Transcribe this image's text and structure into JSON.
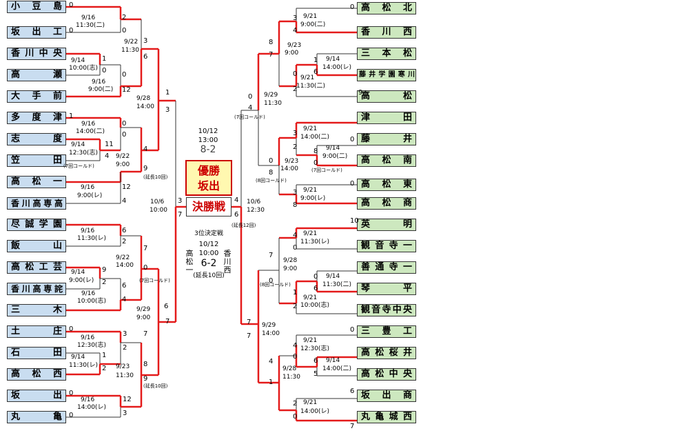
{
  "left_teams": [
    "小豆島",
    "坂出工",
    "香川中央",
    "高瀬",
    "大手前",
    "多度津",
    "志度",
    "笠田",
    "高松一",
    "香川高専高",
    "尽誠学園",
    "飯山",
    "高松工芸",
    "香川高専詫",
    "三木",
    "土庄",
    "石田",
    "高松西",
    "坂出",
    "丸亀"
  ],
  "right_teams": [
    "高松北",
    "香川西",
    "三本松",
    "藤井学園寒川",
    "高松",
    "津田",
    "藤井",
    "高松南",
    "高松東",
    "高松商",
    "英明",
    "観音寺一",
    "善通寺一",
    "琴平",
    "観音寺中央",
    "三豊工",
    "高松桜井",
    "高松中央",
    "坂出商",
    "丸亀城西"
  ],
  "labels": {
    "l1": "9/16",
    "l2": "11:30(二)",
    "l3": "9/14",
    "l4": "10:00(志)",
    "l5": "9/16",
    "l6": "9:00(二)",
    "l7": "9/22",
    "l8": "11:30",
    "l9": "9/28",
    "l10": "14:00",
    "l11": "9/16",
    "l12": "14:00(二)",
    "l13": "9/14",
    "l14": "12:30(志)",
    "l15": "9/22",
    "l16": "9:00",
    "l17": "9/16",
    "l18": "9:00(レ)",
    "l19": "9/16",
    "l20": "11:30(レ)",
    "l21": "9/14",
    "l22": "9:00(レ)",
    "l23": "9/16",
    "l24": "10:00(志)",
    "l25": "9/22",
    "l26": "14:00",
    "l27": "9/29",
    "l28": "9:00",
    "l29": "9/16",
    "l30": "12:30(志)",
    "l31": "9/14",
    "l32": "11:30(レ)",
    "l33": "9/23",
    "l34": "11:30",
    "l35": "9/16",
    "l36": "14:00(レ)",
    "l37": "10/6",
    "l38": "10:00",
    "r1": "9/21",
    "r2": "9:00(二)",
    "r3": "9/23",
    "r4": "9:00",
    "r5": "9/14",
    "r6": "14:00(レ)",
    "r7": "9/21",
    "r8": "11:30(二)",
    "r9": "9/29",
    "r10": "11:30",
    "r11": "9/21",
    "r12": "14:00(二)",
    "r13": "9/14",
    "r14": "9:00(二)",
    "r15": "9/23",
    "r16": "14:00",
    "r17": "9/21",
    "r18": "9:00(レ)",
    "r19": "9/21",
    "r20": "11:30(レ)",
    "r21": "9/28",
    "r22": "9:00",
    "r23": "9/14",
    "r24": "11:30(二)",
    "r25": "9/21",
    "r26": "10:00(志)",
    "r27": "9/29",
    "r28": "14:00",
    "r29": "9/21",
    "r30": "12:30(志)",
    "r31": "9/14",
    "r32": "14:00(二)",
    "r33": "9/28",
    "r34": "11:30",
    "r35": "9/21",
    "r36": "14:00(レ)",
    "r37": "10/6",
    "r38": "12:30"
  },
  "notes": {
    "n1": "(7回コールド)",
    "n2": "(延長10回)",
    "n3": "(7回コールド)",
    "n4": "(延長10回)",
    "n5": "(7回コールド)",
    "n6": "(8回コールド)",
    "n7": "(7回コールド)",
    "n8": "(8回コールド)",
    "n9": "(延長12回)"
  },
  "center": {
    "final_date": "10/12",
    "final_time": "13:00",
    "final_score": "8-2",
    "champion_label": "優勝",
    "champion_team": "坂出",
    "final_label": "決勝戦",
    "third_label": "3位決定戦",
    "third_date": "10/12",
    "third_time": "10:00",
    "third_score": "6-2",
    "third_left": "高松一",
    "third_right": "香川西",
    "third_note": "(延長10回)"
  },
  "scores": [
    "0",
    "2",
    "0",
    "0",
    "3",
    "1",
    "6",
    "0",
    "0",
    "12",
    "1",
    "3",
    "1",
    "0",
    "0",
    "11",
    "4",
    "4",
    "9",
    "12",
    "4",
    "6",
    "2",
    "7",
    "0",
    "9",
    "6",
    "2",
    "4",
    "6",
    "0",
    "7",
    "7",
    "3",
    "2",
    "1",
    "2",
    "0",
    "8",
    "12",
    "9",
    "3",
    "3",
    "7",
    "0",
    "4",
    "6",
    "0",
    "8",
    "7",
    "3",
    "4",
    "1",
    "6",
    "0",
    "9",
    "2",
    "0",
    "4",
    "3",
    "0",
    "8",
    "8",
    "0",
    "2",
    "3",
    "8",
    "0",
    "4",
    "0",
    "7",
    "0",
    "0",
    "6",
    "1",
    "2",
    "7",
    "7",
    "4",
    "0",
    "6",
    "5",
    "4",
    "1",
    "2",
    "0",
    "0",
    "10",
    "0",
    "6",
    "7"
  ],
  "colors": {
    "win": "#e41a1a",
    "lose": "#333333",
    "left_box": "#c9ddf0",
    "right_box": "#cde8bf"
  }
}
